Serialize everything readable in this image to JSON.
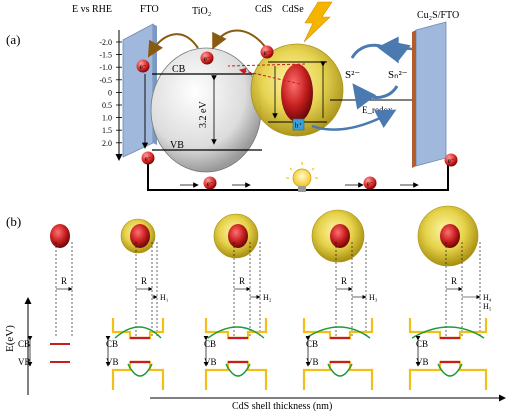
{
  "panel_a": {
    "label": "(a)",
    "axis_title": "E vs RHE",
    "ticks": [
      "-2.0",
      "-1.5",
      "-1.0",
      "-0.5",
      "0",
      "0.5",
      "1.0",
      "1.5",
      "2.0"
    ],
    "fto_label": "FTO",
    "tio2_label": "TiO₂",
    "cds_label": "CdS",
    "cdse_label": "CdSe",
    "cu2s_label": "Cu₂S/FTO",
    "cb_label": "CB",
    "vb_label": "VB",
    "bandgap_label": "3.2 eV",
    "electron_symbol": "e⁻",
    "hole_symbol": "h⁺",
    "s2_label": "S²⁻",
    "sn2_label": "Sₙ²⁻",
    "eredox_label": "E_redox"
  },
  "panel_b": {
    "label": "(b)",
    "y_axis": "E(eV)",
    "x_axis": "CdS shell thickness (nm)",
    "r_label": "R",
    "cb_label": "CB",
    "vb_label": "VB",
    "h_labels": [
      "H₁",
      "H₂",
      "H₃",
      "H₄",
      "H₅"
    ]
  },
  "colors": {
    "fto": "#9fb8dc",
    "electron": "#d42020",
    "shell": "#e6d24a",
    "core": "#c41e1e",
    "band_yellow": "#f2be1a",
    "wave_green": "#1a9a3a",
    "counter": "#b35d2c"
  }
}
